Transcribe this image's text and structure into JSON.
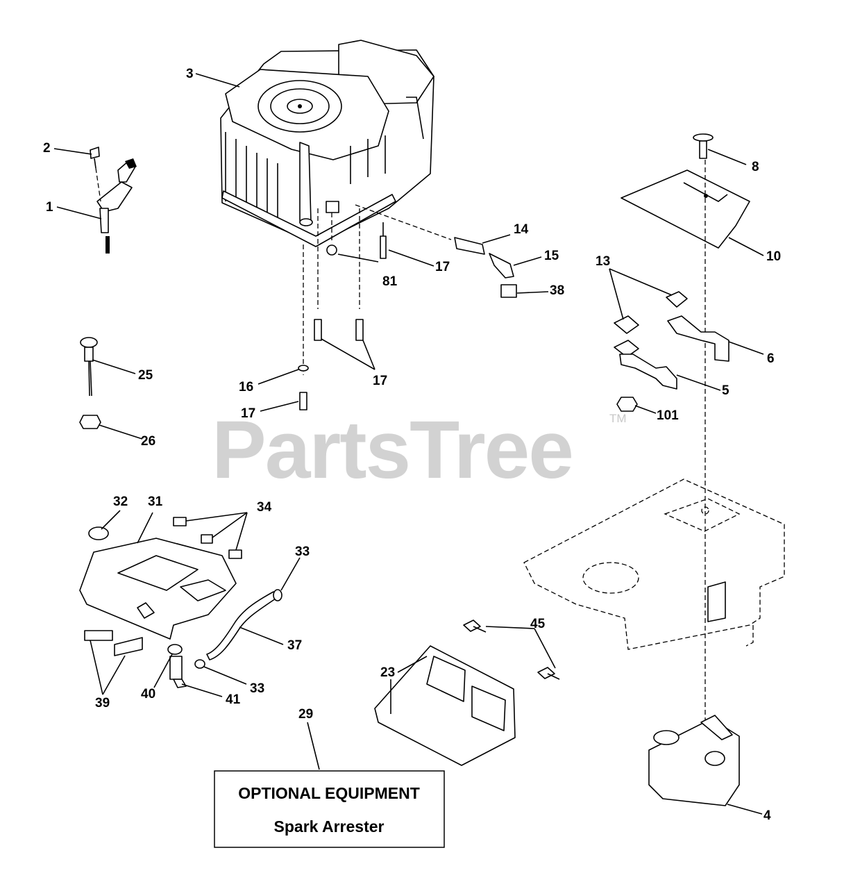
{
  "watermark": {
    "text": "PartsTree",
    "tm": "TM"
  },
  "callouts": {
    "c1": "1",
    "c2": "2",
    "c3": "3",
    "c4": "4",
    "c5": "5",
    "c6": "6",
    "c8": "8",
    "c10": "10",
    "c13": "13",
    "c14": "14",
    "c15": "15",
    "c16": "16",
    "c17a": "17",
    "c17b": "17",
    "c17c": "17",
    "c23": "23",
    "c25": "25",
    "c26": "26",
    "c29": "29",
    "c31": "31",
    "c32": "32",
    "c33a": "33",
    "c33b": "33",
    "c34": "34",
    "c37": "37",
    "c38": "38",
    "c39": "39",
    "c40": "40",
    "c41": "41",
    "c45": "45",
    "c81": "81",
    "c101": "101"
  },
  "optional_box": {
    "line1": "OPTIONAL EQUIPMENT",
    "line2": "Spark Arrester"
  }
}
